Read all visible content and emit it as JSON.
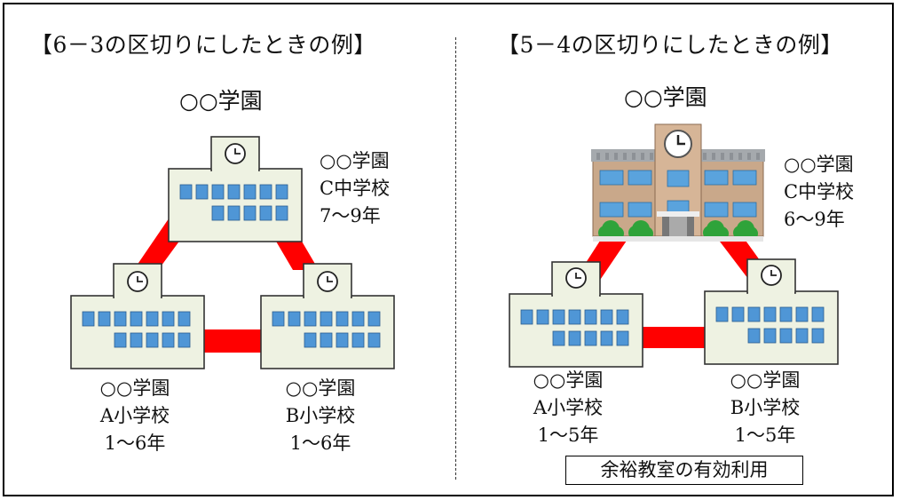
{
  "left": {
    "heading": "【6－3の区切りにしたときの例】",
    "title": "○○学園",
    "school_c": {
      "line1": "○○学園",
      "line2": "C中学校",
      "line3": "7～9年"
    },
    "school_a": {
      "line1": "○○学園",
      "line2": "A小学校",
      "line3": "1～6年"
    },
    "school_b": {
      "line1": "○○学園",
      "line2": "B小学校",
      "line3": "1～6年"
    }
  },
  "right": {
    "heading": "【5－4の区切りにしたときの例】",
    "title": "○○学園",
    "school_c": {
      "line1": "○○学園",
      "line2": "C中学校",
      "line3": "6～9年"
    },
    "school_a": {
      "line1": "○○学園",
      "line2": "A小学校",
      "line3": "1～5年"
    },
    "school_b": {
      "line1": "○○学園",
      "line2": "B小学校",
      "line3": "1～5年"
    },
    "note": "余裕教室の有効利用"
  },
  "colors": {
    "connector": "#ff0000",
    "building_fill": "#eef2e2",
    "building_stroke": "#333333",
    "window": "#4f96d6",
    "brick": "#c9a88a",
    "roof": "#a5a9ad",
    "tree": "#2fa33a"
  },
  "icons": [
    "school-building-icon",
    "clock-icon",
    "tree-icon",
    "window-icon"
  ]
}
